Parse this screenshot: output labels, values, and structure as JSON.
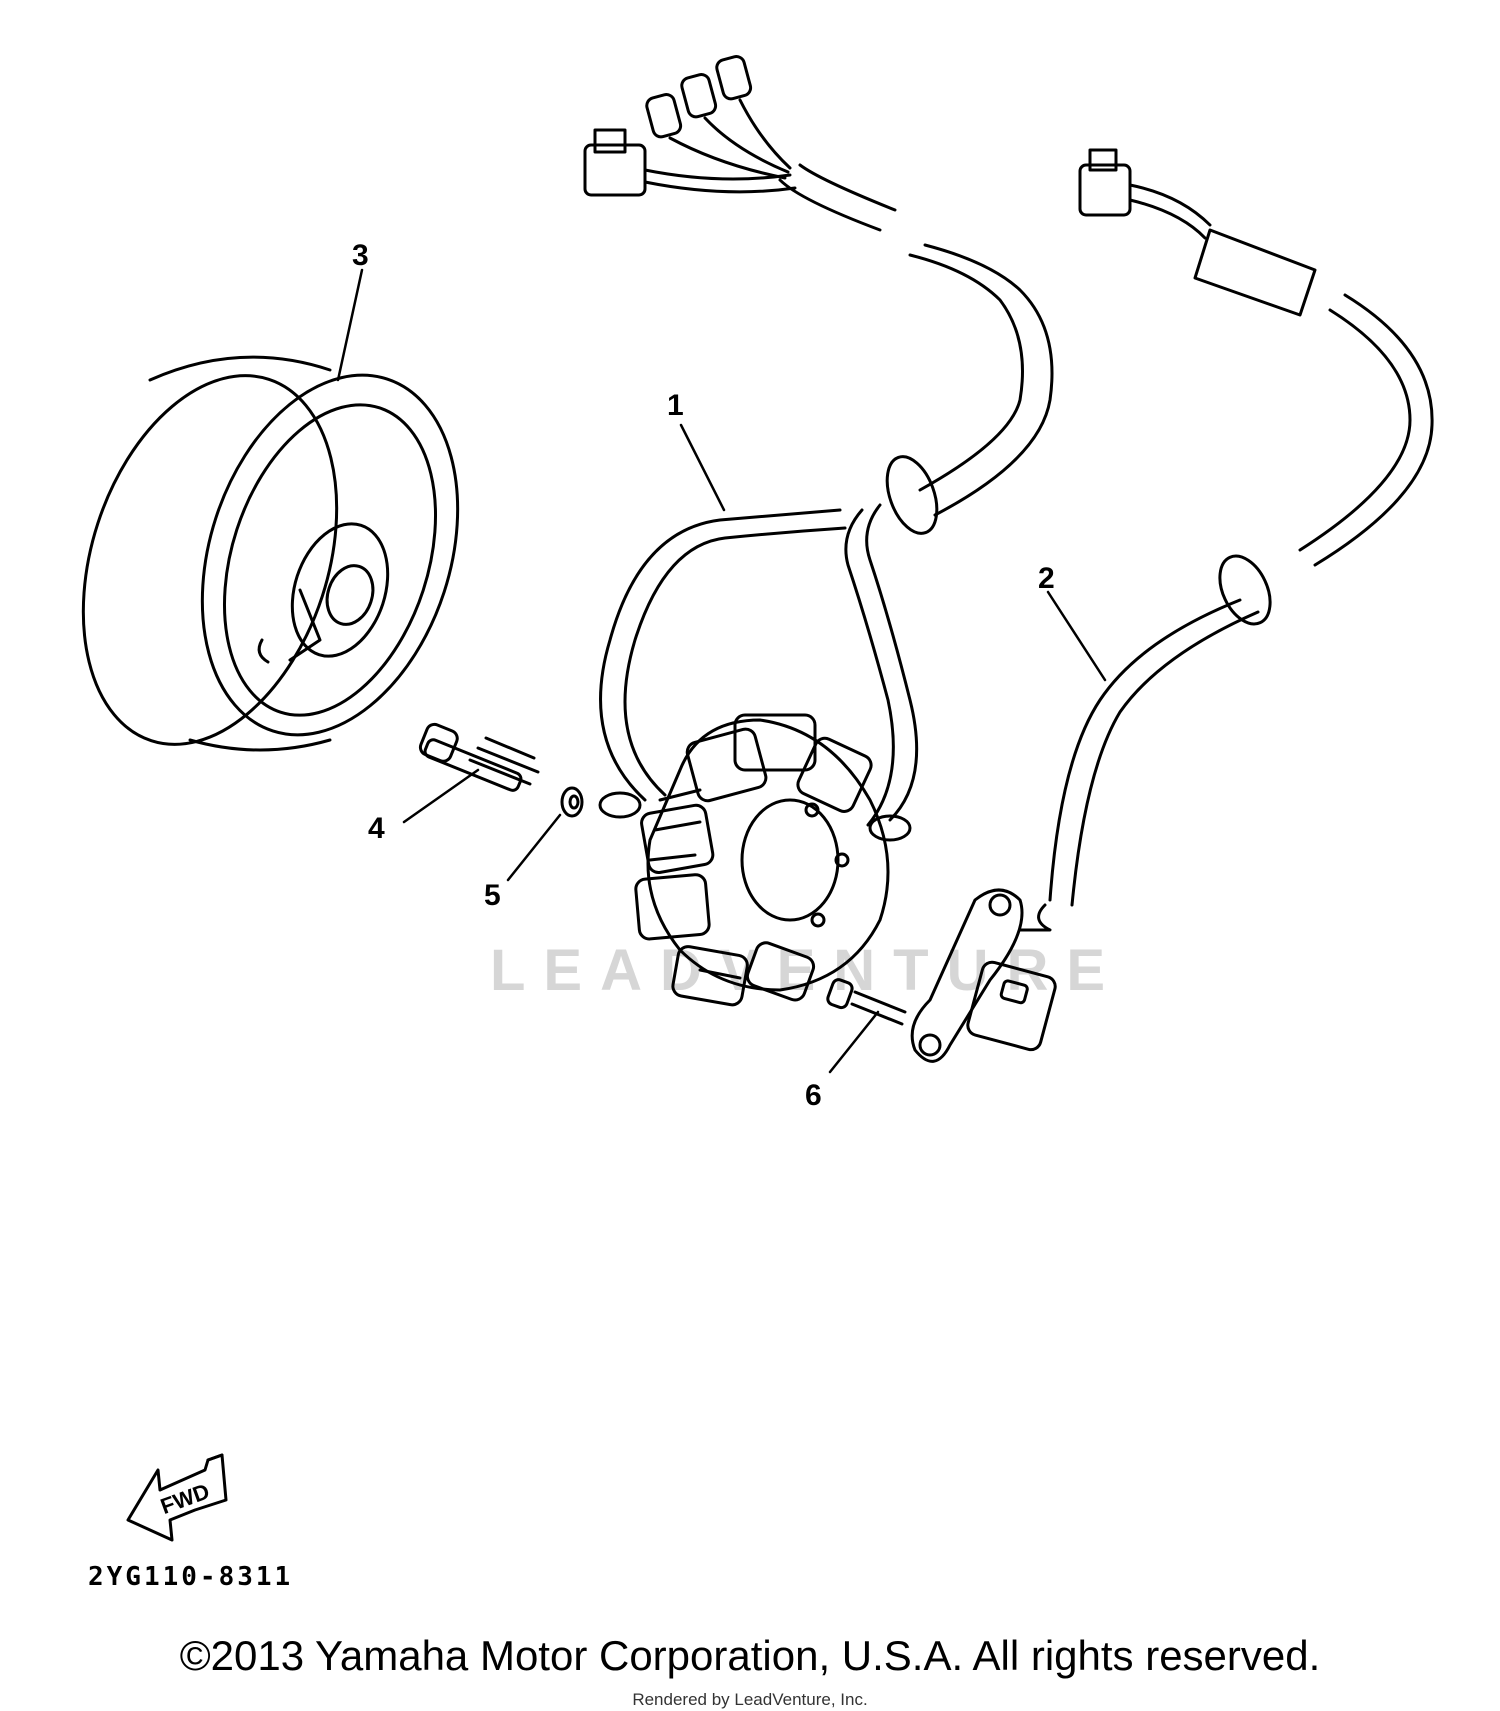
{
  "labels": {
    "part_1": "1",
    "part_2": "2",
    "part_3": "3",
    "part_4": "4",
    "part_5": "5",
    "part_6": "6"
  },
  "watermark": "LEADVENTURE",
  "fwd_arrow": "FWD",
  "diagram_code": "2YG110-8311",
  "copyright": "©2013 Yamaha Motor Corporation, U.S.A. All rights reserved.",
  "rendered_by": "Rendered by LeadVenture, Inc."
}
